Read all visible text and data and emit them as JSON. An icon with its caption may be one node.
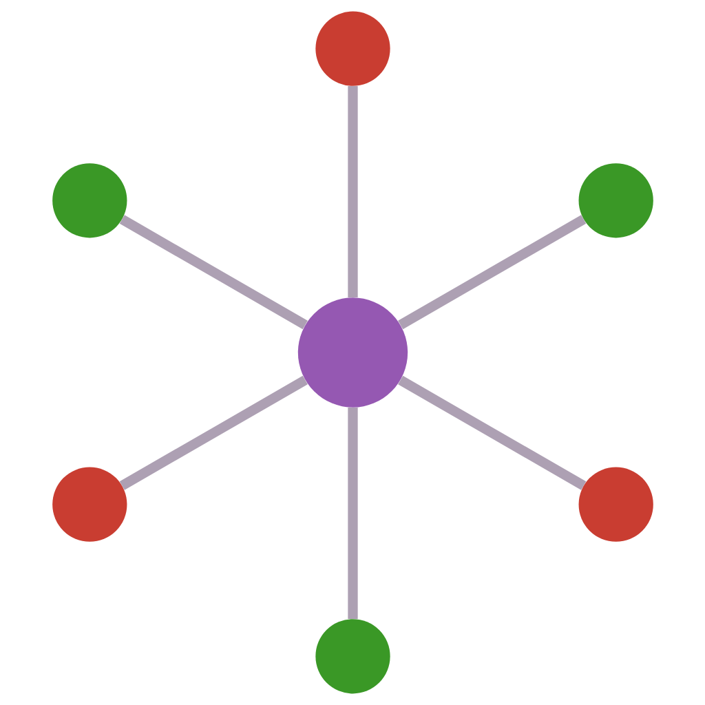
{
  "diagram": {
    "nodes": [
      {
        "text": [],
        "shape": "circle"
      },
      {
        "text": [],
        "shape": "circle"
      },
      {
        "text": [],
        "shape": "circle"
      },
      {
        "text": [],
        "shape": "circle"
      },
      {
        "text": [],
        "shape": "circle"
      },
      {
        "text": [],
        "shape": "circle"
      },
      {
        "text": [],
        "shape": "circle"
      }
    ],
    "edges": [
      {
        "from": 3,
        "to": 0,
        "arrow": "none"
      },
      {
        "from": 3,
        "to": 2,
        "arrow": "none"
      },
      {
        "from": 3,
        "to": 5,
        "arrow": "none"
      },
      {
        "from": 3,
        "to": 6,
        "arrow": "none"
      },
      {
        "from": 3,
        "to": 4,
        "arrow": "none"
      },
      {
        "from": 3,
        "to": 1,
        "arrow": "none"
      }
    ]
  }
}
